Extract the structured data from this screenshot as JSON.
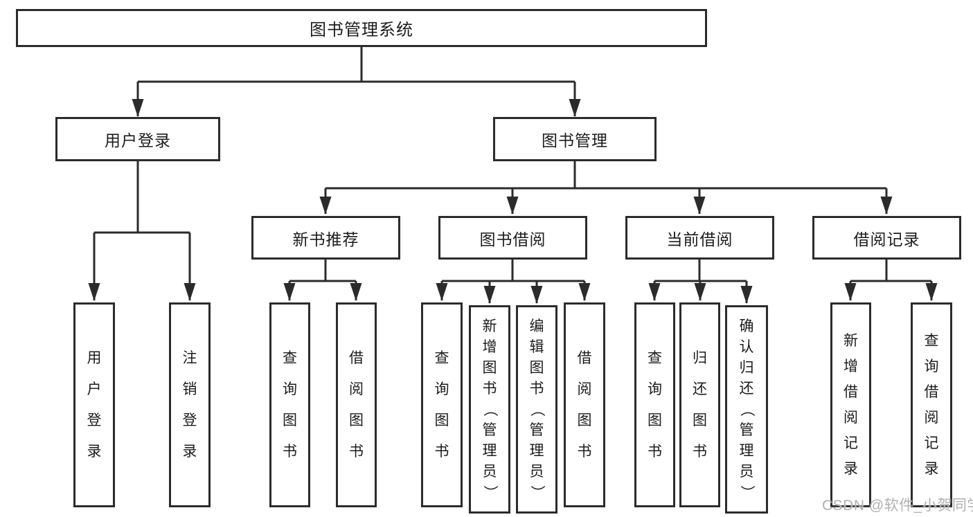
{
  "diagram": {
    "root": {
      "label": "图书管理系统"
    },
    "level1": [
      {
        "label": "用户登录"
      },
      {
        "label": "图书管理"
      }
    ],
    "level2": [
      {
        "label": "新书推荐",
        "parent": "图书管理"
      },
      {
        "label": "图书借阅",
        "parent": "图书管理"
      },
      {
        "label": "当前借阅",
        "parent": "图书管理"
      },
      {
        "label": "借阅记录",
        "parent": "图书管理"
      }
    ],
    "leaves": [
      {
        "label": "用户登录",
        "parent": "用户登录"
      },
      {
        "label": "注销登录",
        "parent": "用户登录"
      },
      {
        "label": "查询图书",
        "parent": "新书推荐"
      },
      {
        "label": "借阅图书",
        "parent": "新书推荐"
      },
      {
        "label": "查询图书",
        "parent": "图书借阅"
      },
      {
        "label": "新增图书（管理员）",
        "parent": "图书借阅"
      },
      {
        "label": "编辑图书（管理员）",
        "parent": "图书借阅"
      },
      {
        "label": "借阅图书",
        "parent": "图书借阅"
      },
      {
        "label": "查询图书",
        "parent": "当前借阅"
      },
      {
        "label": "归还图书",
        "parent": "当前借阅"
      },
      {
        "label": "确认归还（管理员）",
        "parent": "当前借阅"
      },
      {
        "label": "新增借阅记录",
        "parent": "借阅记录"
      },
      {
        "label": "查询借阅记录",
        "parent": "借阅记录"
      }
    ]
  },
  "watermark": {
    "text": "CSDN @软件_小贺同学"
  },
  "colors": {
    "line": "#2b2b2b",
    "box_border": "#2b2b2b",
    "box_fill": "#ffffff",
    "text": "#1c1c1c",
    "watermark": "#b0b0b0",
    "background": "#ffffff"
  }
}
